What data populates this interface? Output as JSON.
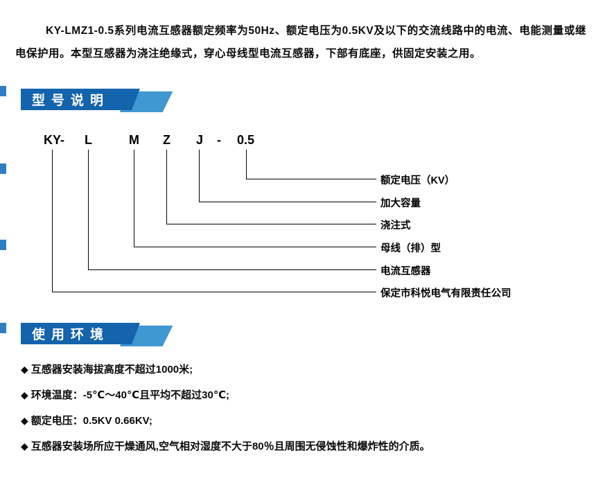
{
  "colors": {
    "banner_dark": "#1463ad",
    "banner_light": "#3f98d2",
    "edge_marker": "#2e7fc2",
    "text": "#0a0a0a"
  },
  "intro": {
    "text": "KY-LMZ1-0.5系列电流互感器额定频率为50Hz、额定电压为0.5KV及以下的交流线路中的电流、电能测量或继电保护用。本型互感器为浇注绝缘式，穿心母线型电流互感器，下部有底座，供固定安装之用。"
  },
  "sections": {
    "model": {
      "title": "型号说明"
    },
    "environment": {
      "title": "使用环境"
    }
  },
  "diagram": {
    "code": [
      "KY-",
      "L",
      "M",
      "Z",
      "J",
      "-",
      "0.5"
    ],
    "labels": [
      "额定电压（KV）",
      "加大容量",
      "浇注式",
      "母线（排）型",
      "电流互感器",
      "保定市科悦电气有限责任公司"
    ]
  },
  "environment": {
    "marker": "◆",
    "items": [
      "互感器安装海拔高度不超过1000米;",
      "环境温度：-5℃～40℃且平均不超过30℃;",
      "额定电压：0.5KV 0.66KV;",
      "互感器安装场所应干燥通风,空气相对湿度不大于80％且周围无侵蚀性和爆炸性的介质。"
    ]
  }
}
